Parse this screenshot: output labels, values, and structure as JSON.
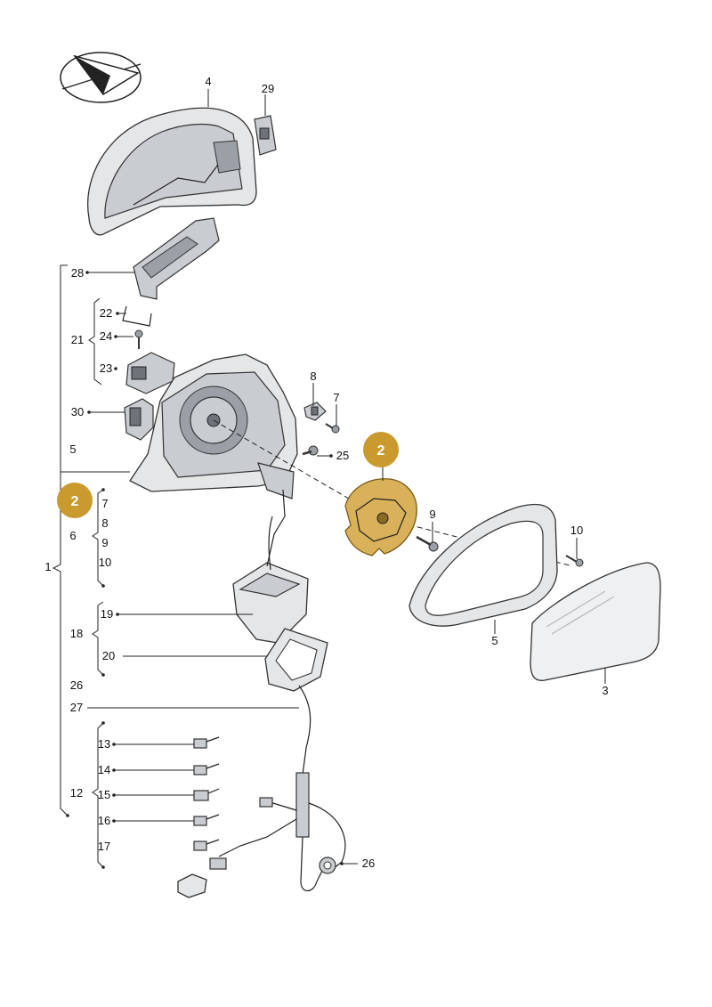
{
  "labels": {
    "l1": "1",
    "l2a": "2",
    "l2b": "2",
    "l3": "3",
    "l4": "4",
    "l5a": "5",
    "l5b": "5",
    "l6": "6",
    "l7a": "7",
    "l7b": "7",
    "l8a": "8",
    "l8b": "8",
    "l9a": "9",
    "l9b": "9",
    "l10a": "10",
    "l10b": "10",
    "l12": "12",
    "l13": "13",
    "l14": "14",
    "l15": "15",
    "l16": "16",
    "l17": "17",
    "l18": "18",
    "l19": "19",
    "l20": "20",
    "l21": "21",
    "l22": "22",
    "l23": "23",
    "l24": "24",
    "l25": "25",
    "l26a": "26",
    "l26b": "26",
    "l27": "27",
    "l28": "28",
    "l29": "29",
    "l30": "30"
  },
  "colors": {
    "callout_fill": "#c99a2e",
    "highlight_part": "#d8b15a"
  },
  "icons": {
    "orientation": "direction-arrow-icon"
  }
}
